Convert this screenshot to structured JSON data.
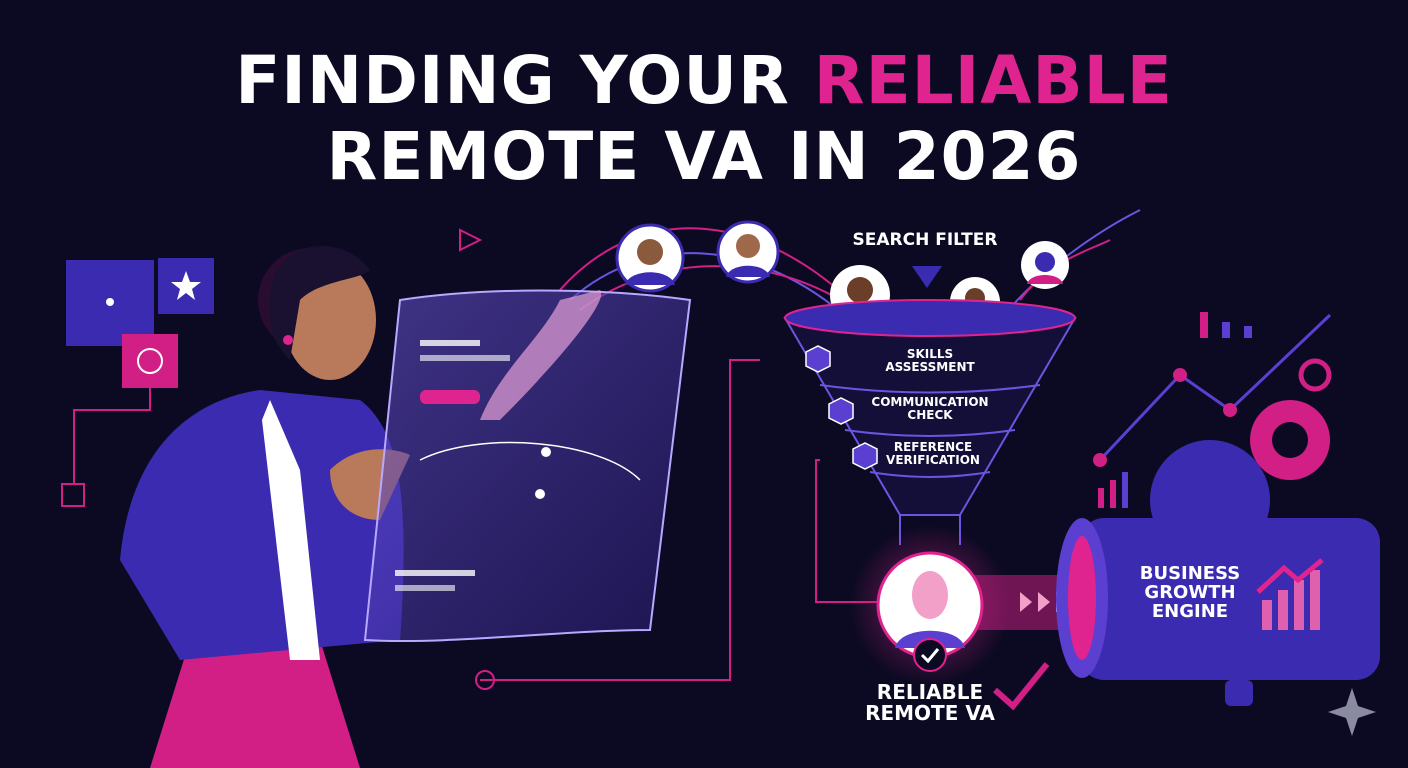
{
  "title": {
    "line1_prefix": "FINDING YOUR ",
    "line1_highlight": "RELIABLE",
    "line2": "REMOTE VA IN 2026"
  },
  "funnel": {
    "heading": "SEARCH FILTER",
    "stages": [
      {
        "line1": "SKILLS",
        "line2": "ASSESSMENT"
      },
      {
        "line1": "COMMUNICATION",
        "line2": "CHECK"
      },
      {
        "line1": "REFERENCE",
        "line2": "VERIFICATION"
      }
    ]
  },
  "result": {
    "line1": "RELIABLE",
    "line2": "REMOTE VA"
  },
  "engine": {
    "line1": "BUSINESS",
    "line2": "GROWTH",
    "line3": "ENGINE"
  },
  "colors": {
    "background": "#0c0a22",
    "accent_pink": "#e0248f",
    "accent_purple": "#4a2fc4",
    "text": "#ffffff"
  }
}
